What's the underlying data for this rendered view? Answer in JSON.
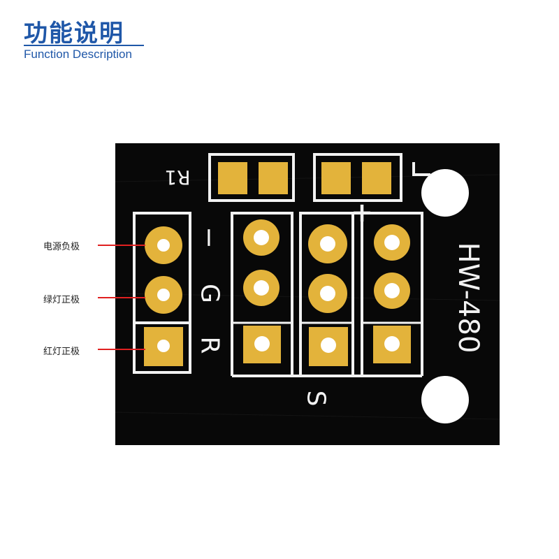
{
  "header": {
    "title": "功能说明",
    "subtitle": "Function Description"
  },
  "callouts": [
    {
      "label": "电源负极"
    },
    {
      "label": "绿灯正极"
    },
    {
      "label": "红灯正极"
    }
  ],
  "pcb": {
    "resistor_label": "R1",
    "model_label": "HW-480",
    "pin_labels": {
      "minus": "−",
      "g": "G",
      "r": "R",
      "s": "S",
      "plus": "+",
      "l": "L"
    }
  },
  "colors": {
    "board": "#080808",
    "silkscreen": "#f2f2f2",
    "pad_gold": "#e3b33b",
    "callout_line": "#e02020",
    "header": "#1f57a8"
  }
}
